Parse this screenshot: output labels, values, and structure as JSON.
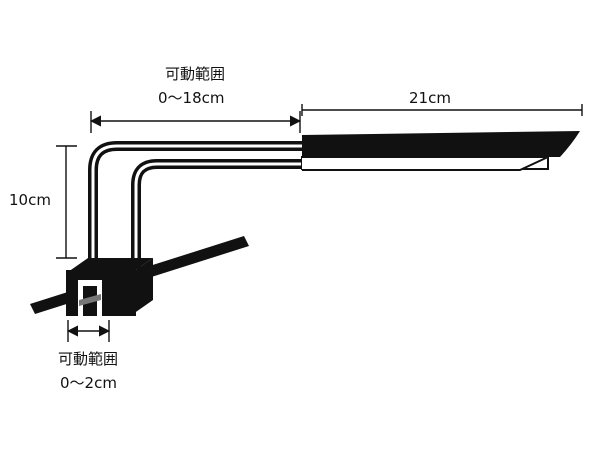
{
  "figure": {
    "colors": {
      "ink": "#111111",
      "background": "#ffffff"
    }
  },
  "labels": {
    "top_range_title": "可動範囲",
    "top_range_value": "0～18cm",
    "tip_length": "21cm",
    "height": "10cm",
    "bottom_range_title": "可動範囲",
    "bottom_range_value": "0～2cm"
  }
}
